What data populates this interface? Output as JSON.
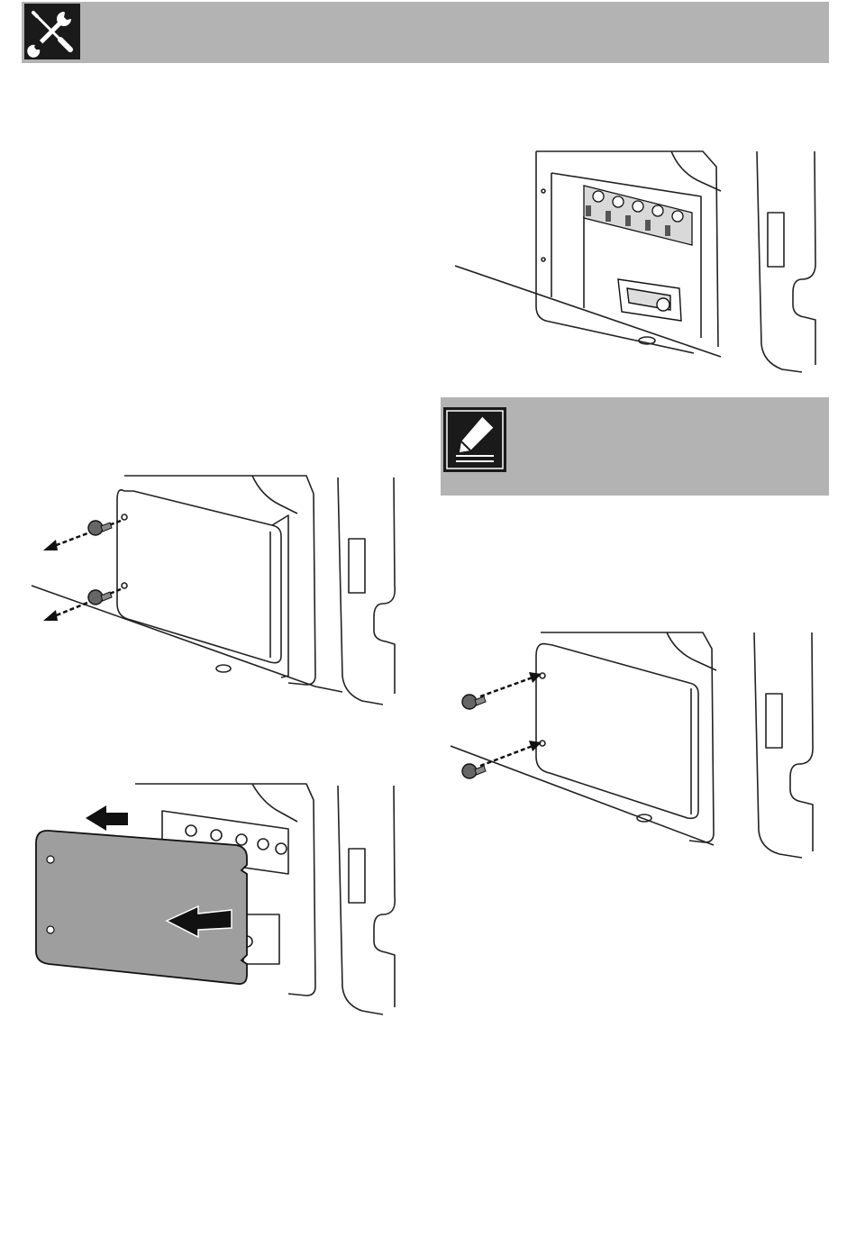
{
  "header": {
    "icon": "tools-icon",
    "colors": {
      "bar": "#b3b3b3",
      "icon_bg": "#1a1a1a",
      "icon_fg": "#ffffff"
    }
  },
  "figures": [
    {
      "name": "figure-remove-screws",
      "description_icon": "screws-out-arrows"
    },
    {
      "name": "figure-remove-cover",
      "description_icon": "cover-slide-arrows"
    },
    {
      "name": "figure-terminal-board",
      "description_icon": "terminal-block"
    },
    {
      "name": "figure-refit-screws",
      "description_icon": "screws-in-arrows"
    }
  ],
  "note": {
    "icon": "note-pencil-icon",
    "colors": {
      "box": "#b3b3b3",
      "icon_bg": "#1a1a1a"
    }
  }
}
